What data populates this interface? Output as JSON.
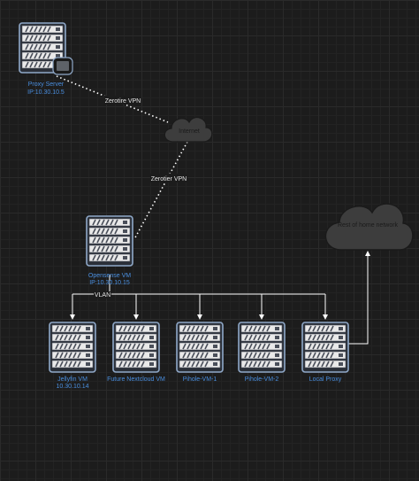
{
  "nodes": {
    "proxy_server": {
      "name": "Proxy Server",
      "ip": "IP:10.30.10.5"
    },
    "internet": {
      "label": "Internet"
    },
    "opnsense": {
      "name": "Opensense VM",
      "ip": "IP:10.30.10.15"
    },
    "home_network": {
      "label": "Rest of home network"
    },
    "jellyfin": {
      "name": "Jellyfin VM",
      "ip": "10.30.10.14"
    },
    "nextcloud": {
      "name": "Future Nextcloud VM"
    },
    "pihole1": {
      "name": "Pihole-VM-1"
    },
    "pihole2": {
      "name": "Pihole-VM-2"
    },
    "local_proxy": {
      "name": "Local Proxy"
    }
  },
  "edges": {
    "zerotire_vpn": "Zerotire VPN",
    "zerotier_vpn": "Zerotier VPN",
    "vlan": "VLAN"
  },
  "colors": {
    "background": "#1c1c1c",
    "label_blue": "#4a8fe0",
    "cloud_fill": "#3d3d3d",
    "server_stroke": "#8fa8c8"
  }
}
